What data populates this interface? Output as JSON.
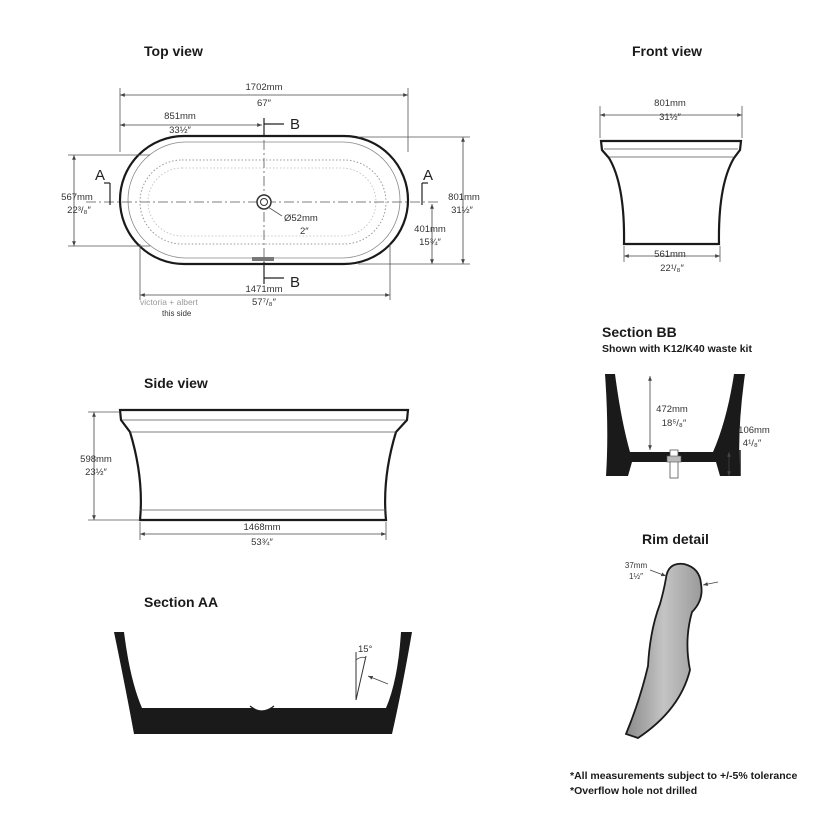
{
  "views": {
    "top": {
      "title": "Top view",
      "overall_length": "1702mm",
      "overall_length_in": "67″",
      "half_length": "851mm",
      "half_length_in": "33½″",
      "width": "801mm",
      "width_in": "31½″",
      "inner_width": "567mm",
      "inner_width_in": "22³/₈″",
      "half_width": "401mm",
      "half_width_in": "15¾″",
      "base_length": "1471mm",
      "base_length_in": "57⁷/₈″",
      "waste": "Ø52mm",
      "waste_in": "2″",
      "section_a": "A",
      "section_b": "B",
      "brand": "victoria + albert",
      "brand_note": "this side"
    },
    "front": {
      "title": "Front view",
      "top_width": "801mm",
      "top_width_in": "31½″",
      "base_width": "561mm",
      "base_width_in": "22¹/₈″"
    },
    "section_bb": {
      "title": "Section BB",
      "subtitle": "Shown with K12/K40 waste kit",
      "depth": "472mm",
      "depth_in": "18⁵/₈″",
      "waste_height": "106mm",
      "waste_height_in": "4¹/₈″"
    },
    "side": {
      "title": "Side view",
      "height": "598mm",
      "height_in": "23½″",
      "base_length": "1468mm",
      "base_length_in": "53¾″"
    },
    "section_aa": {
      "title": "Section AA",
      "angle": "15°"
    },
    "rim": {
      "title": "Rim detail",
      "thickness": "37mm",
      "thickness_in": "1½″"
    }
  },
  "notes": {
    "line1": "*All measurements subject to +/-5% tolerance",
    "line2": "*Overflow hole not drilled"
  }
}
